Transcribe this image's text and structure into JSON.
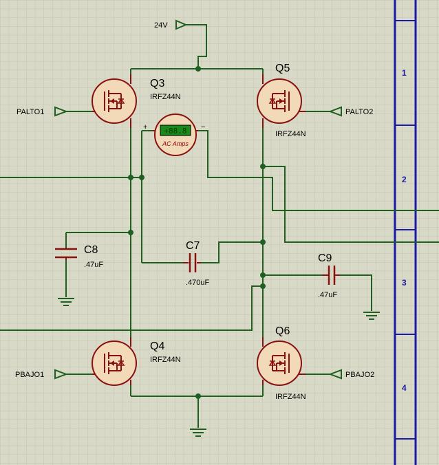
{
  "schematic": {
    "supply_label": "24V",
    "transistors": [
      {
        "ref": "Q3",
        "part": "IRFZ44N"
      },
      {
        "ref": "Q5",
        "part": "IRFZ44N"
      },
      {
        "ref": "Q4",
        "part": "IRFZ44N"
      },
      {
        "ref": "Q6",
        "part": "IRFZ44N"
      }
    ],
    "inputs": {
      "palto1": "PALTO1",
      "palto2": "PALTO2",
      "pbajo1": "PBAJO1",
      "pbajo2": "PBAJO2"
    },
    "capacitors": [
      {
        "ref": "C8",
        "value": ".47uF"
      },
      {
        "ref": "C7",
        "value": ".470uF"
      },
      {
        "ref": "C9",
        "value": ".47uF"
      }
    ],
    "meter": {
      "reading": "+88.8",
      "unit": "AC Amps",
      "plus": "+",
      "minus": "−"
    },
    "frame_rows": [
      "1",
      "2",
      "3",
      "4"
    ]
  },
  "colors": {
    "wire": "#1f5f1f",
    "component": "#8a1010",
    "component_fill": "#f2d9b8",
    "frame": "#1a1aa6",
    "grid": "#c4c4b2"
  }
}
